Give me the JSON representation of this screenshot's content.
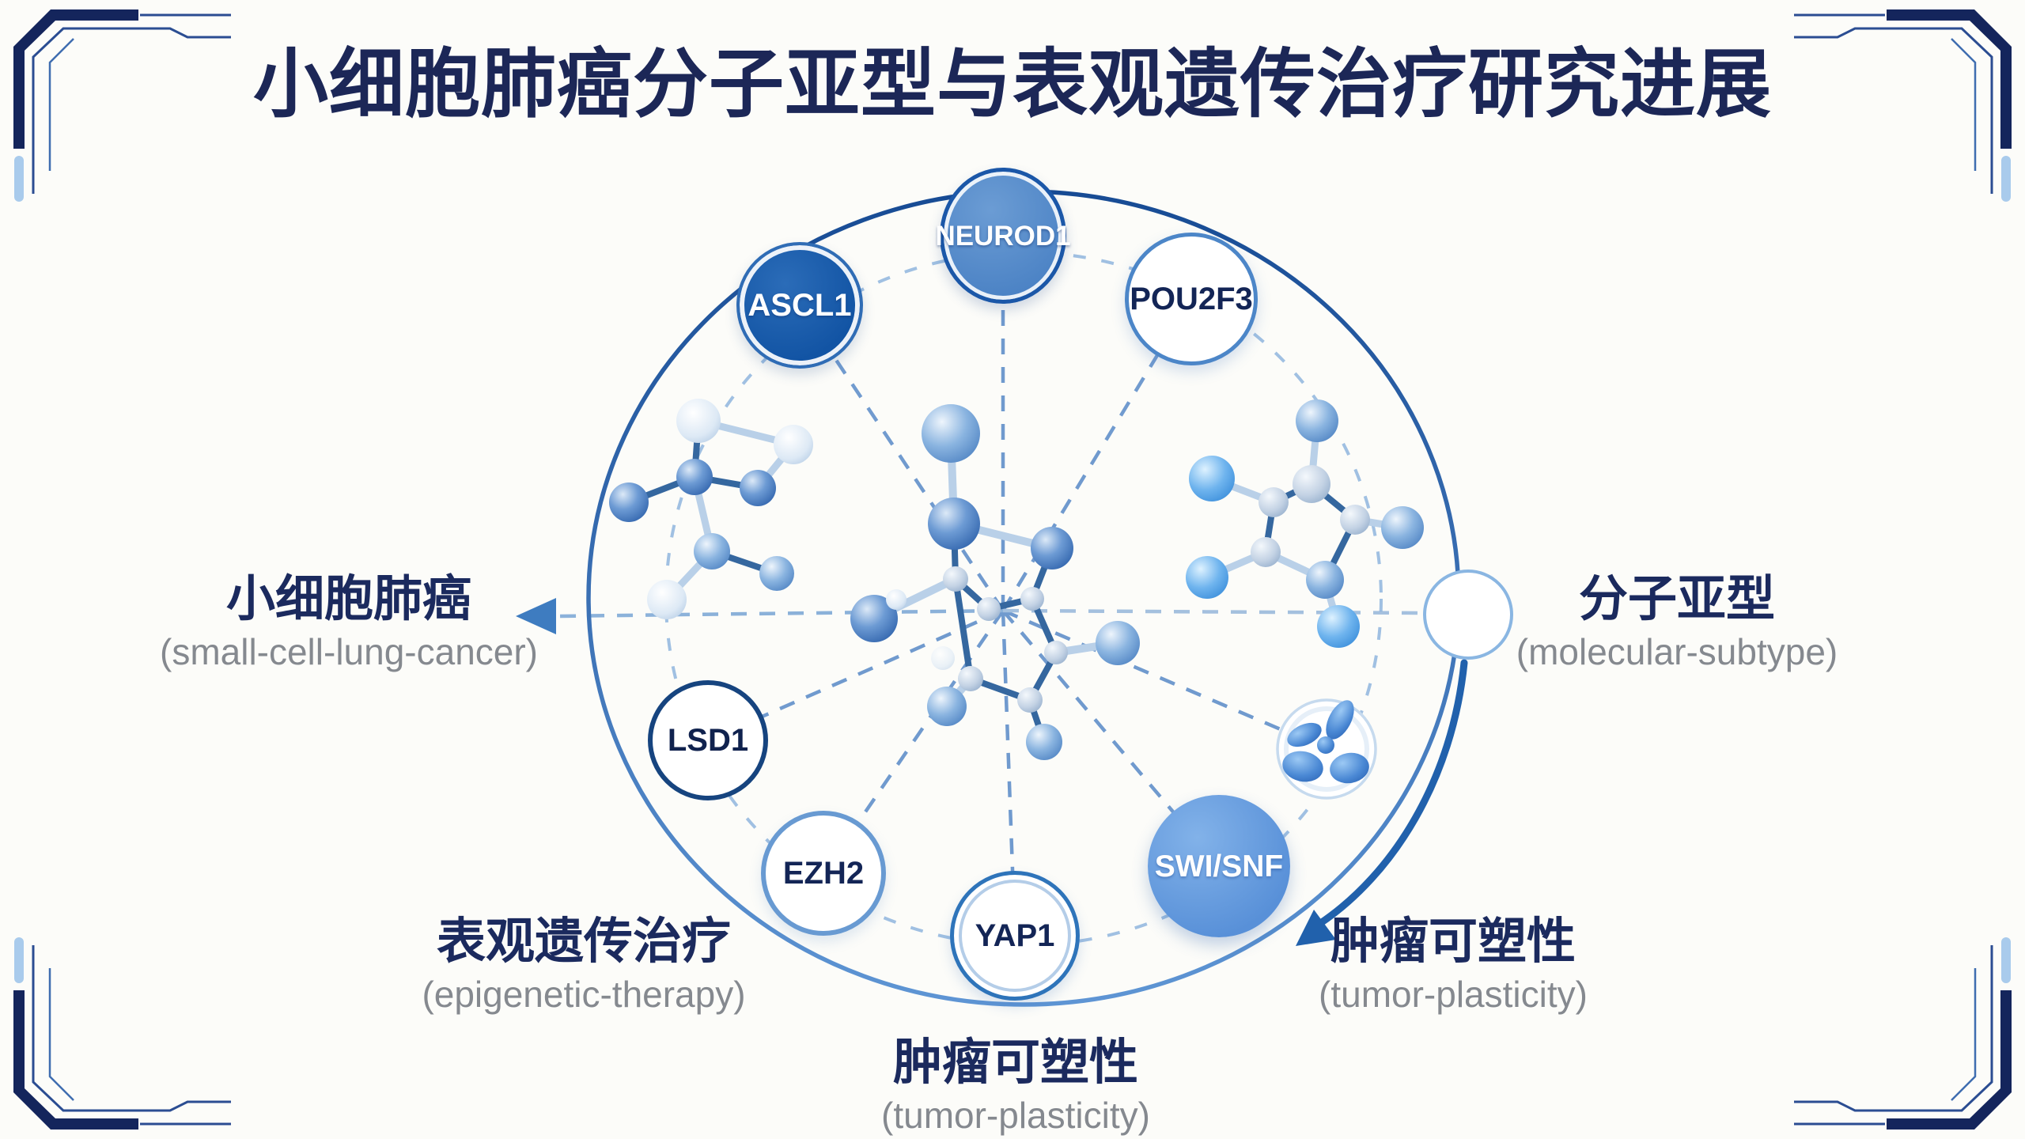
{
  "title": "小细胞肺癌分子亚型与表观遗传治疗研究进展",
  "nodes": [
    {
      "label": "ASCL1",
      "style": "solid-dark-blue",
      "fill": "#1254a4"
    },
    {
      "label": "NEUROD1",
      "style": "solid-medium-blue",
      "fill": "#4c83c5"
    },
    {
      "label": "POU2F3",
      "style": "outlined-blue",
      "border": "#4c86c8"
    },
    {
      "label": "LSD1",
      "style": "outlined-navy",
      "border": "#16447f"
    },
    {
      "label": "EZH2",
      "style": "outlined-light",
      "border": "#689ad2"
    },
    {
      "label": "YAP1",
      "style": "outlined-double",
      "border": "#2e74ba"
    },
    {
      "label": "SWI/SNF",
      "style": "solid-light-blue",
      "fill": "#5890d8"
    }
  ],
  "labels": {
    "left": {
      "zh": "小细胞肺癌",
      "en": "(small-cell-lung-cancer)"
    },
    "right": {
      "zh": "分子亚型",
      "en": "(molecular-subtype)"
    },
    "bottom_left": {
      "zh": "表观遗传治疗",
      "en": "(epigenetic-therapy)"
    },
    "bottom_right": {
      "zh": "肿瘤可塑性",
      "en": "(tumor-plasticity)"
    },
    "bottom_center": {
      "zh": "肿瘤可塑性",
      "en": "(tumor-plasticity)"
    }
  },
  "icons": {
    "center": "molecule-ball-and-stick-icon",
    "left": "molecule-ball-and-stick-icon",
    "right": "molecule-ball-and-stick-icon",
    "chromosome": "chromosome-icon",
    "corners": "tech-frame-corner-bracket"
  },
  "colors": {
    "title": "#1c2757",
    "frame_navy": "#14255c",
    "frame_light": "#a9cbec",
    "circle_stroke": "#1f5dab",
    "dashed_line": "#4e82c4",
    "label_zh": "#1b2a5e",
    "label_en": "#85898f",
    "background": "#fcfcf9"
  }
}
